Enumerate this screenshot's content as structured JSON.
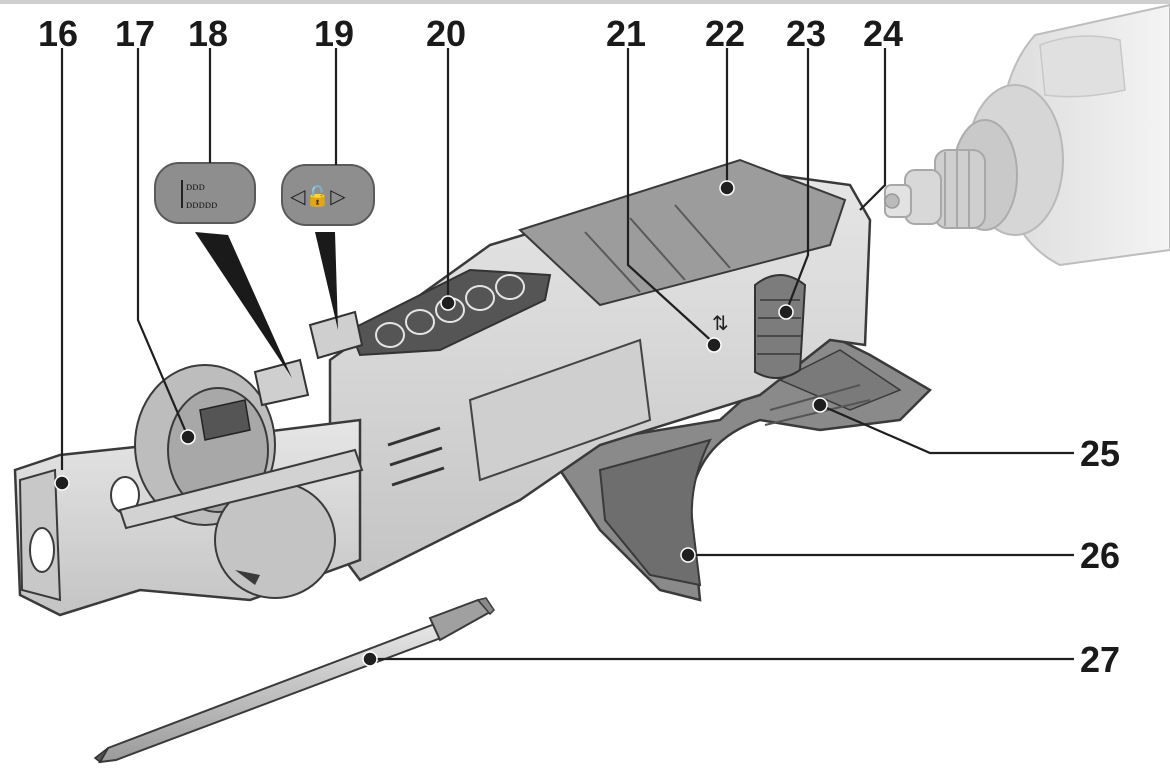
{
  "diagram": {
    "callouts": [
      {
        "id": "16",
        "label": "16"
      },
      {
        "id": "17",
        "label": "17"
      },
      {
        "id": "18",
        "label": "18"
      },
      {
        "id": "19",
        "label": "19"
      },
      {
        "id": "20",
        "label": "20"
      },
      {
        "id": "21",
        "label": "21"
      },
      {
        "id": "22",
        "label": "22"
      },
      {
        "id": "23",
        "label": "23"
      },
      {
        "id": "24",
        "label": "24"
      },
      {
        "id": "25",
        "label": "25"
      },
      {
        "id": "26",
        "label": "26"
      },
      {
        "id": "27",
        "label": "27"
      }
    ]
  },
  "colors": {
    "body_light": "#d9d9d9",
    "body_mid": "#bdbdbd",
    "body_dark": "#8e8e8e",
    "rubber": "#6f6f6f",
    "outline": "#3a3a3a"
  }
}
